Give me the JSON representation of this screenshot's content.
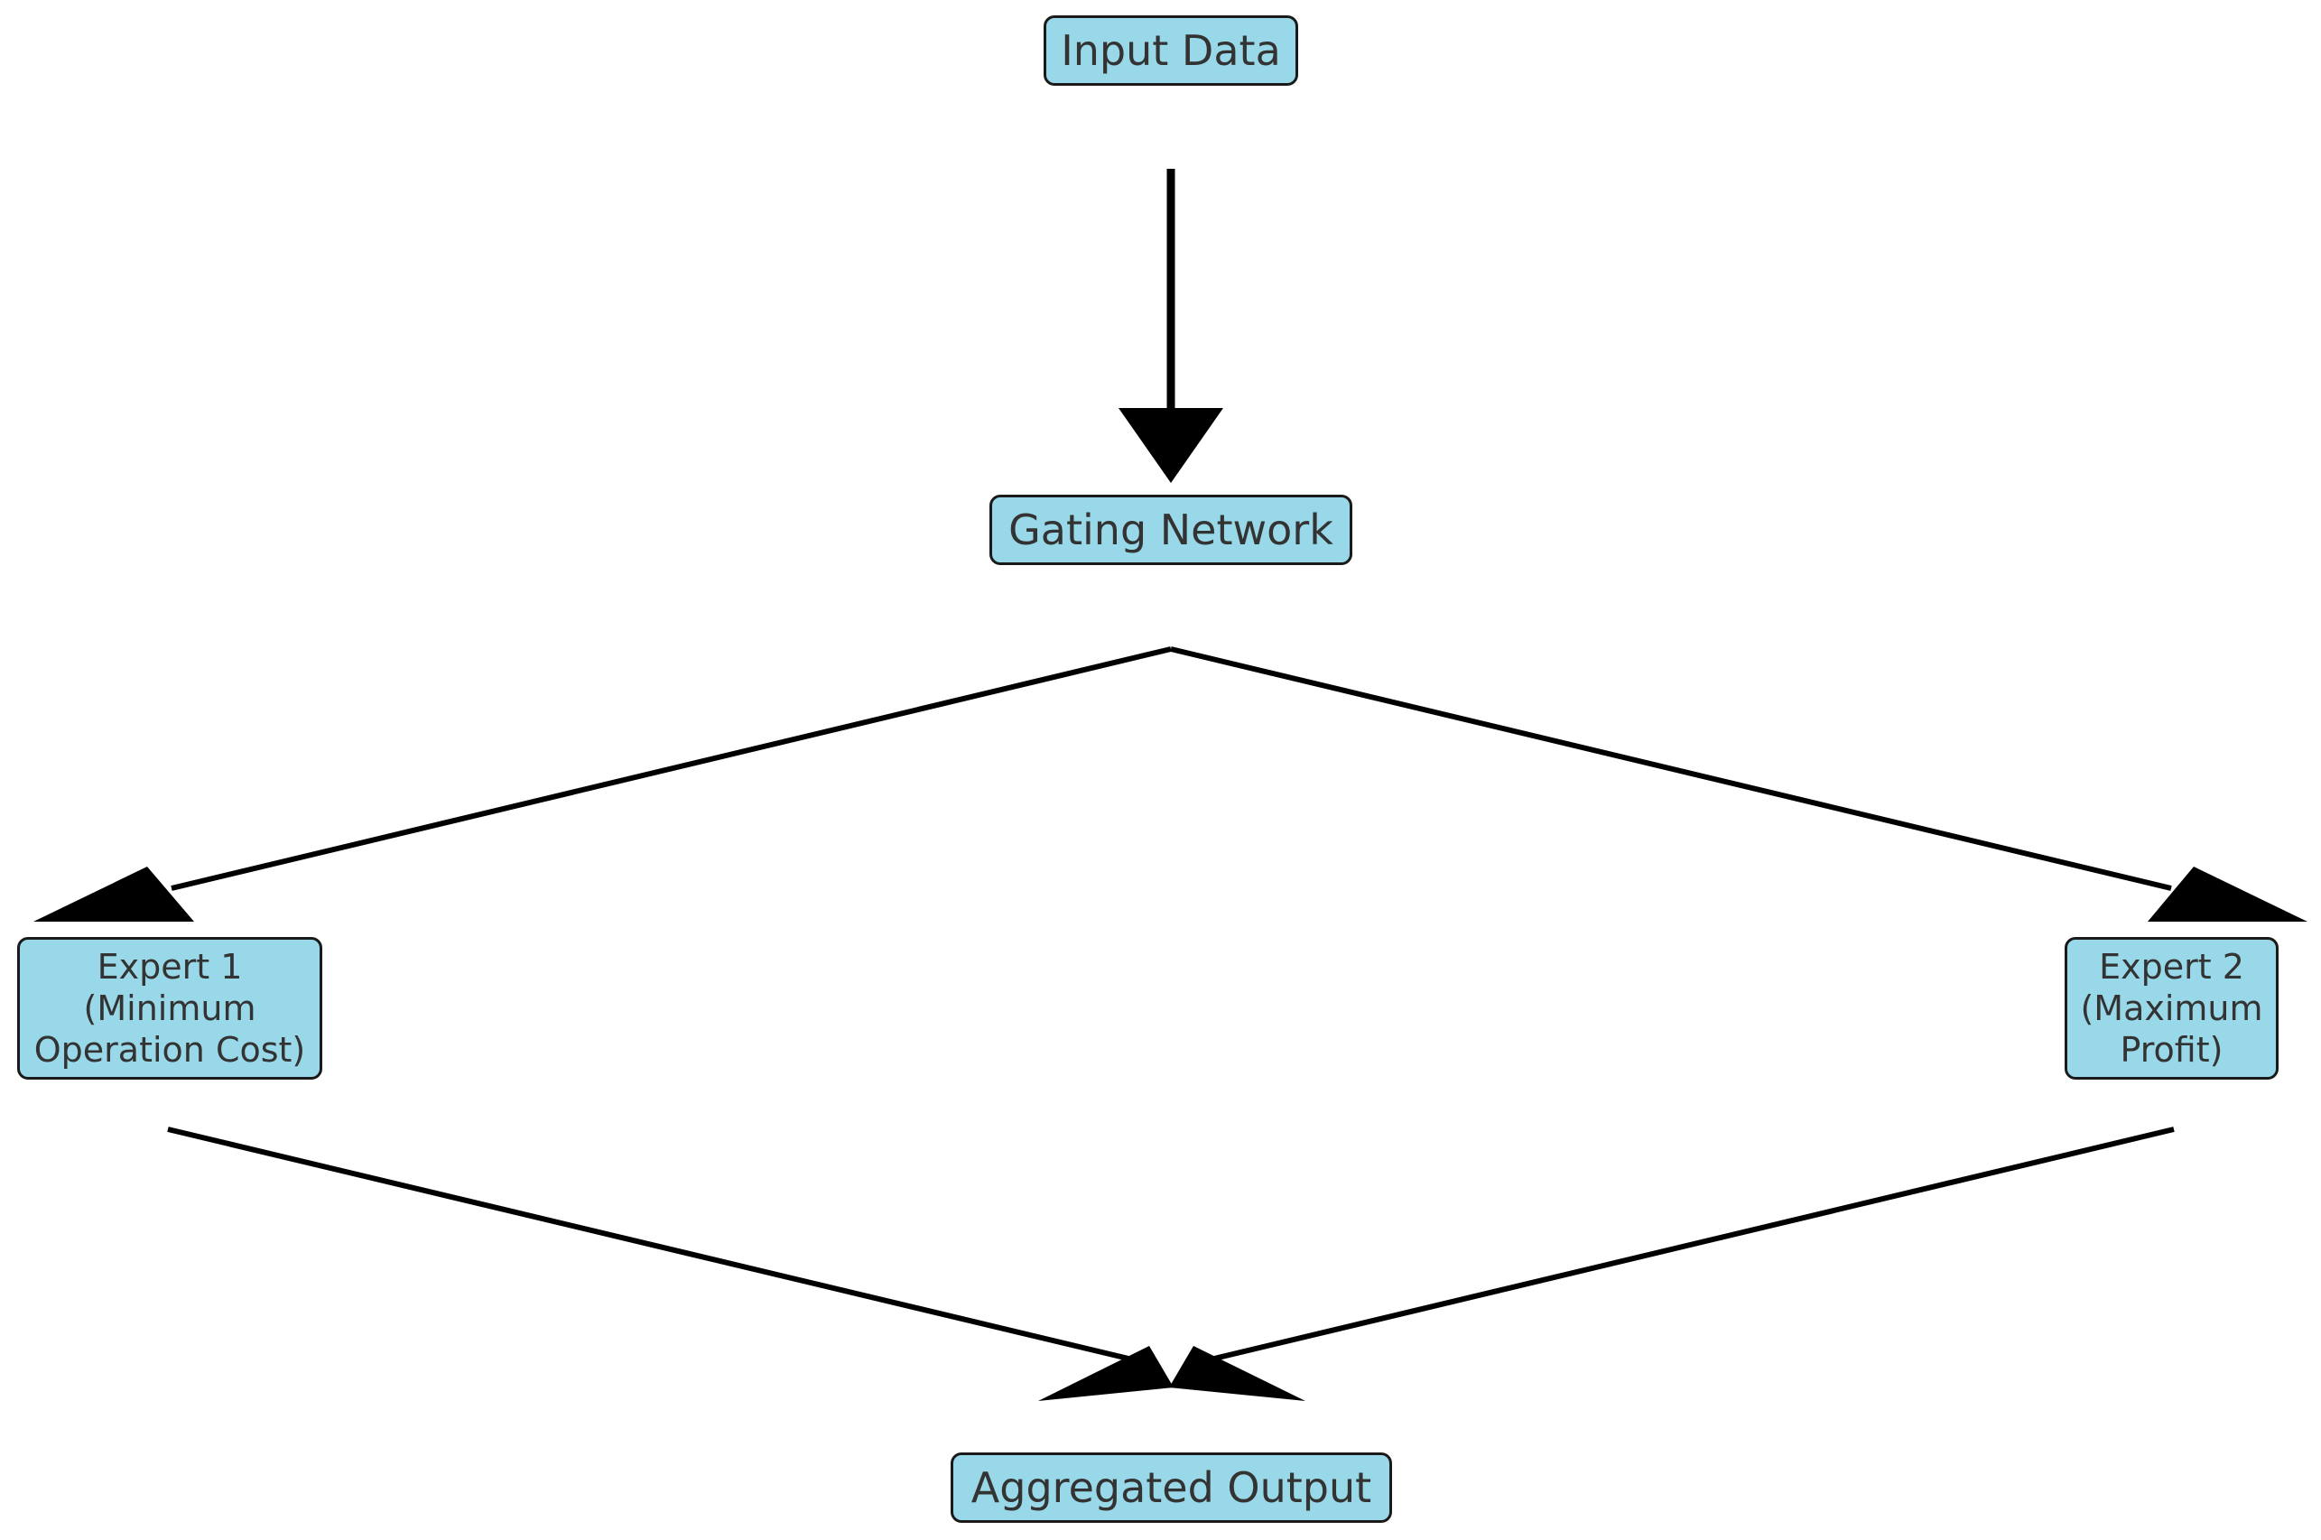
{
  "diagram": {
    "nodes": {
      "input": "Input Data",
      "gating": "Gating Network",
      "expert1": "Expert 1\n(Minimum\nOperation Cost)",
      "expert2": "Expert 2\n(Maximum\nProfit)",
      "output": "Aggregated Output"
    },
    "edges": [
      {
        "from": "Input Data",
        "to": "Gating Network"
      },
      {
        "from": "Gating Network",
        "to": "Expert 1"
      },
      {
        "from": "Gating Network",
        "to": "Expert 2"
      },
      {
        "from": "Expert 1",
        "to": "Aggregated Output"
      },
      {
        "from": "Expert 2",
        "to": "Aggregated Output"
      }
    ],
    "colors": {
      "node_fill": "#99d8e8",
      "node_border": "#1a1a1a",
      "node_text": "#333333",
      "arrow": "#000000"
    }
  }
}
